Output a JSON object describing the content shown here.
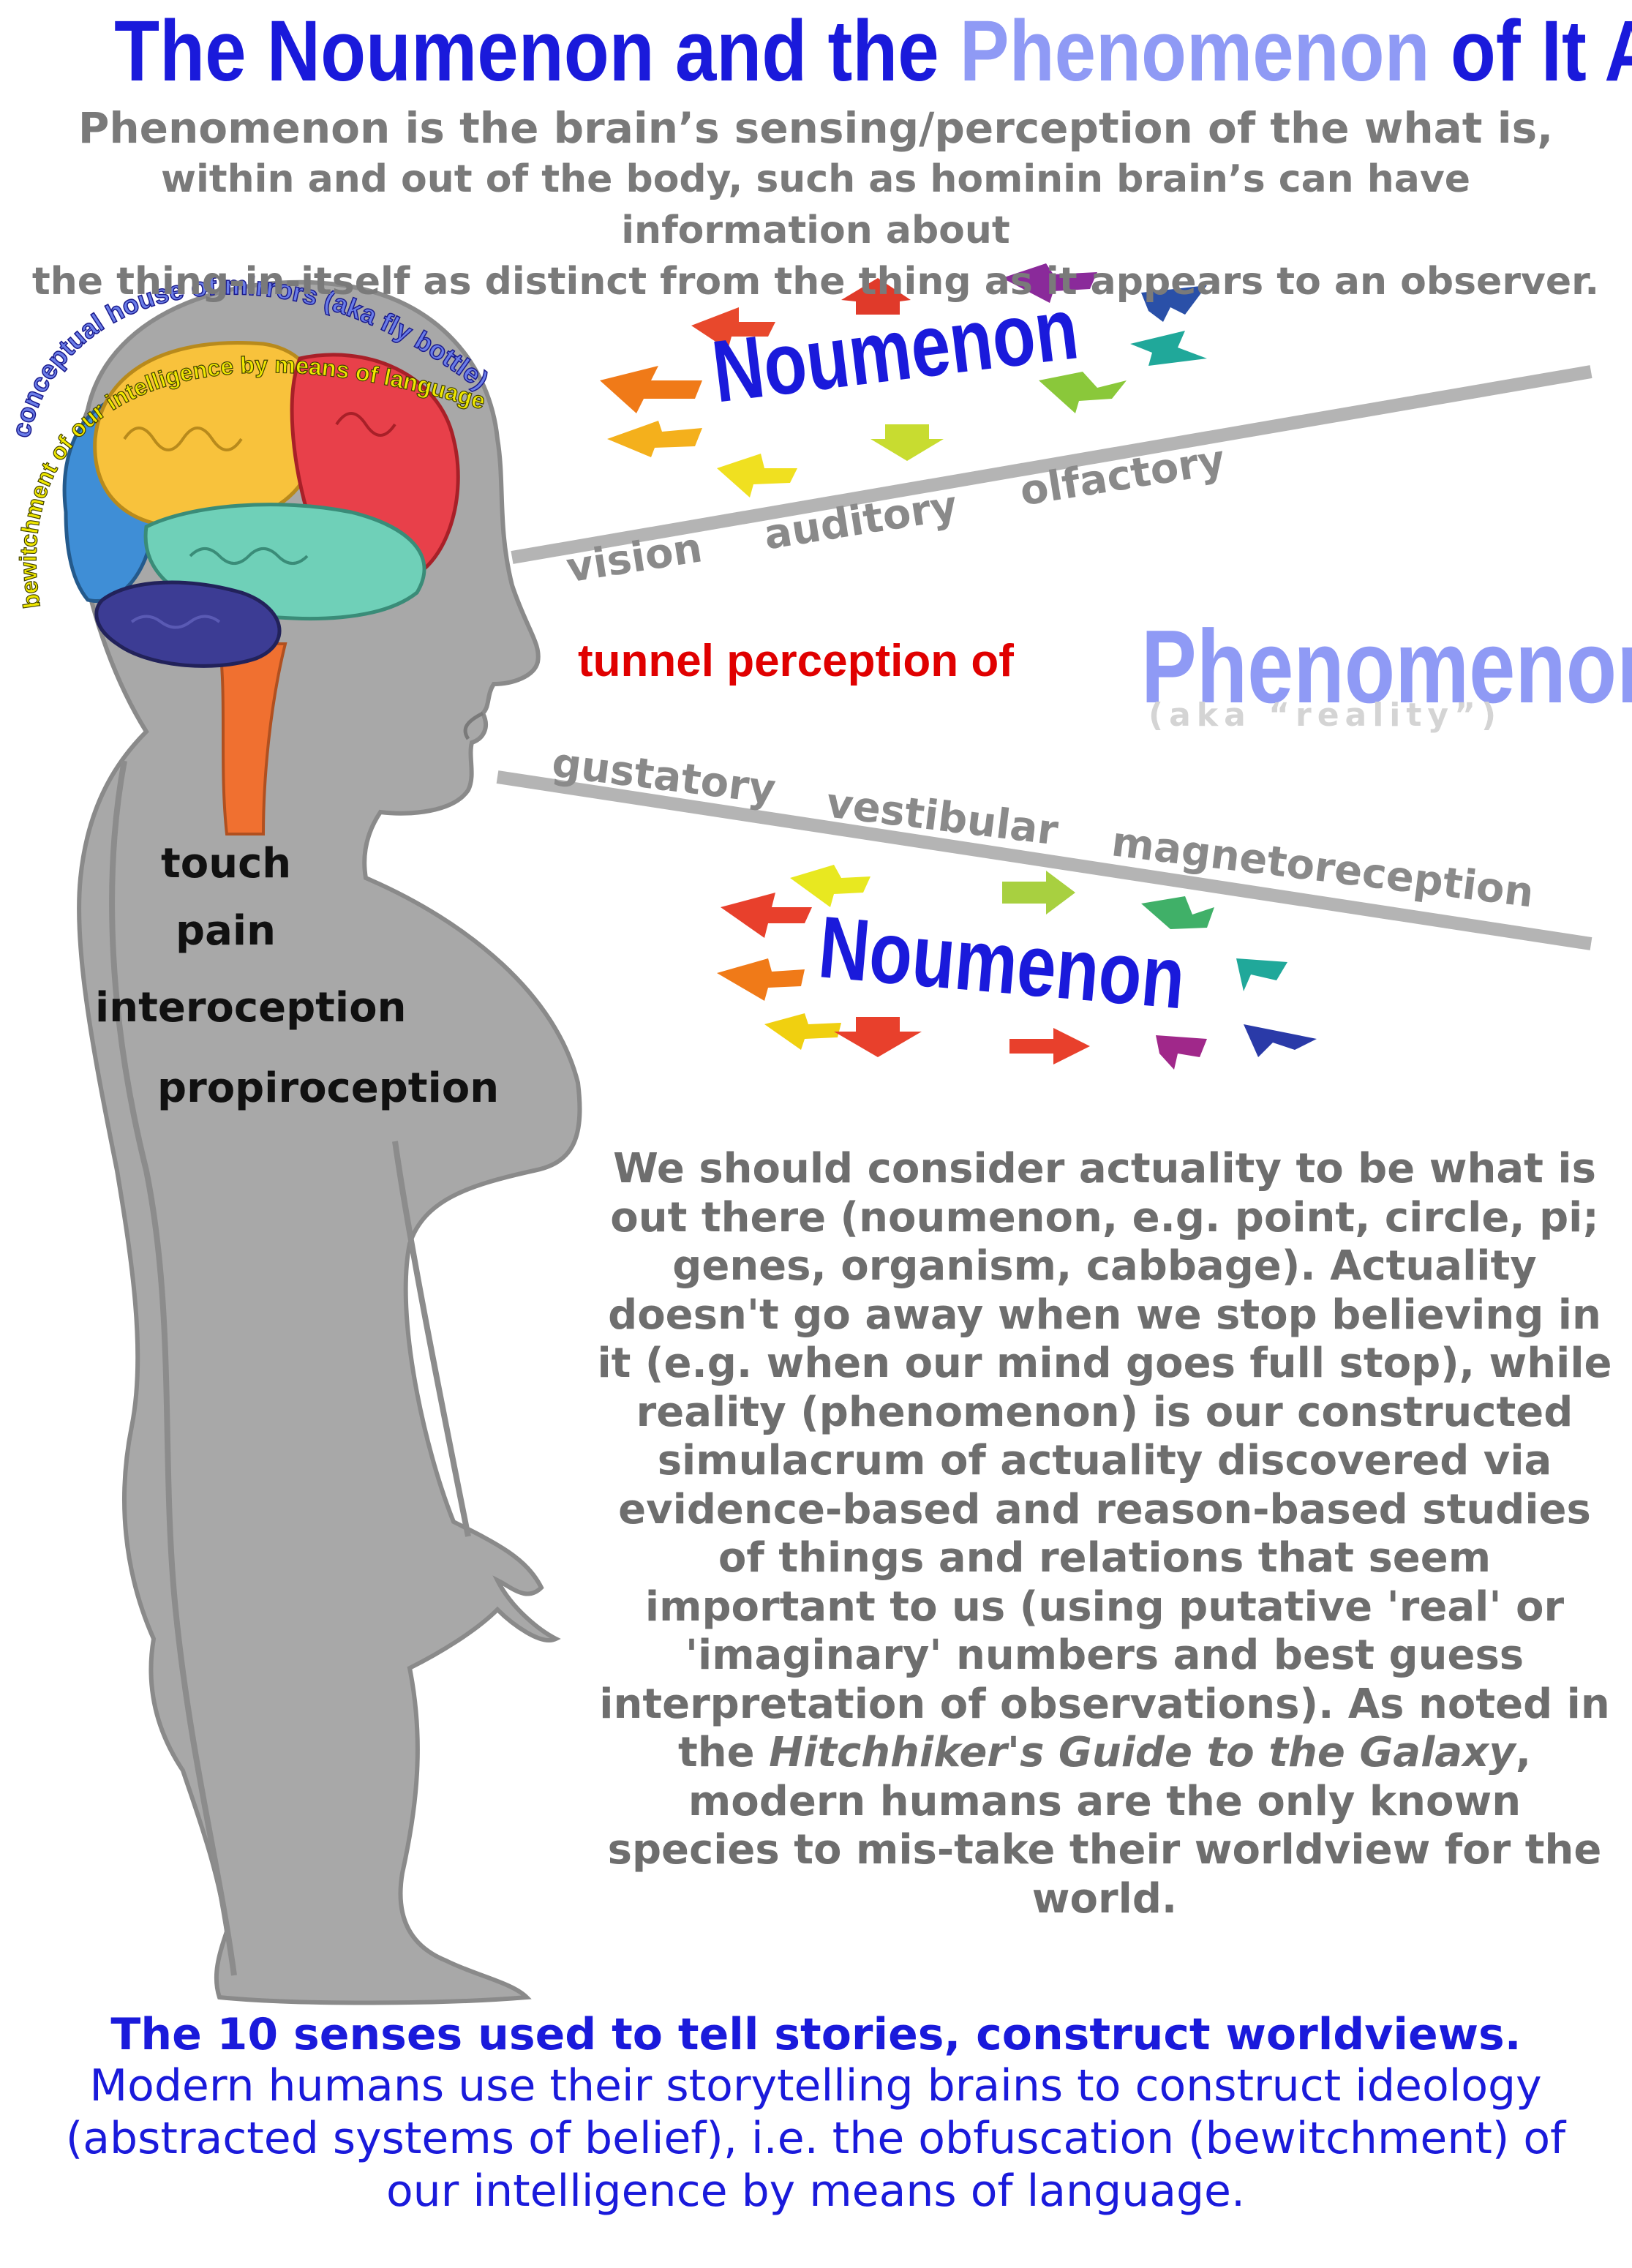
{
  "header": {
    "title_part1": "The Noumenon and the ",
    "title_part2": "Phenomenon",
    "title_part3": " of It All",
    "subtitle_line1": "Phenomenon is the brain’s sensing/perception of the what is,",
    "subtitle_line2": "within and out of the body, such as hominin brain’s can have information about",
    "subtitle_line3": "the thing-in-itself as distinct from the thing as it appears to an observer."
  },
  "brain_labels": {
    "outer_arc": "conceptual house of mirrors (aka fly bottle)",
    "inner_arc": "bewitchment of our intelligence by means of language"
  },
  "noumenon_top": "Noumenon",
  "noumenon_bottom": "Noumenon",
  "upper_senses": [
    "vision",
    "auditory",
    "olfactory"
  ],
  "lower_senses": [
    "gustatory",
    "vestibular",
    "magnetoreception"
  ],
  "body_senses": [
    "touch",
    "pain",
    "interoception",
    "propiroception"
  ],
  "tunnel_text": "tunnel perception of",
  "phenomenon_label": "Phenomenon",
  "phenomenon_aka": "(aka “reality”)",
  "paragraph": {
    "before_italic": "We should consider actuality to be what is out there (noumenon, e.g. point, circle, pi; genes, organism, cabbage). Actuality doesn't go away when we stop believing in it (e.g. when our mind goes full stop), while reality (phenomenon) is our constructed simulacrum of actuality discovered via evidence-based and reason-based studies of things and relations that seem important to us (using putative 'real' or 'imaginary' numbers and best guess interpretation of observations). As noted in the ",
    "italic": "Hitchhiker's Guide to the Galaxy",
    "after_italic": ", modern humans are the only known species to mis-take their worldview for the world."
  },
  "footer": {
    "bold_line": "The 10 senses used to tell stories, construct worldviews.",
    "text": "Modern humans use their storytelling brains to construct ideology (abstracted systems of belief), i.e. the obfuscation (bewitchment) of our intelligence by means of language."
  },
  "colors": {
    "title_blue": "#1a1adb",
    "phenomenon_lavender": "#8f9af5",
    "body_gray": "#a8a8a8",
    "text_gray": "#6e6e6e",
    "tunnel_red": "#e00000"
  }
}
